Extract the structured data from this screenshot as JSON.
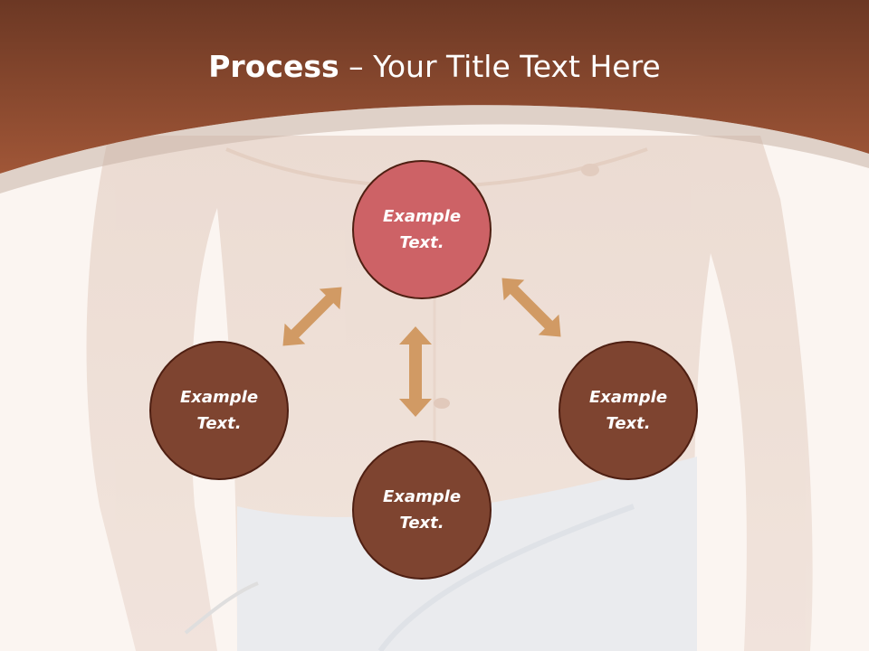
{
  "title": {
    "bold": "Process",
    "rest": " – Your Title Text Here"
  },
  "nodes": [
    {
      "label": "Example\nText.",
      "color": "#cd6266"
    },
    {
      "label": "Example\nText.",
      "color": "#7e4430"
    },
    {
      "label": "Example\nText.",
      "color": "#7e4430"
    },
    {
      "label": "Example\nText.",
      "color": "#7e4430"
    }
  ],
  "colors": {
    "header": "#8e4a2e",
    "arrow": "#d19a64",
    "background": "#fbf5f1"
  }
}
